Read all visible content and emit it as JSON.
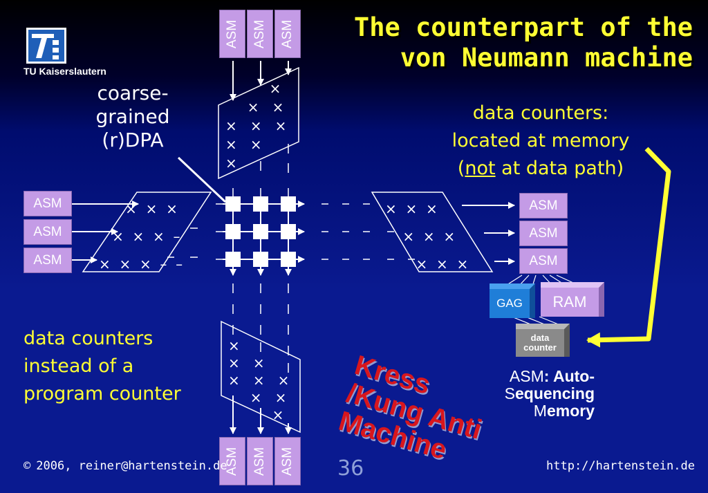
{
  "header": {
    "logo_text": "TU Kaiserslautern",
    "title_line1": "The counterpart of the",
    "title_line2": "von Neumann machine"
  },
  "labels": {
    "rdpa_line1": "coarse-",
    "rdpa_line2": "grained",
    "rdpa_line3": "(r)DPA",
    "counters_line1": "data counters:",
    "counters_line2": "located at memory",
    "counters_line3_pre": "(",
    "counters_line3_not": "not",
    "counters_line3_post": " at data path)",
    "instead_line1": "data counters",
    "instead_line2": "instead of a",
    "instead_line3": "program counter",
    "kress_line1": "Kress",
    "kress_line2": "/Kung Anti",
    "kress_line3": "Machine",
    "asm_def_1a": "ASM",
    "asm_def_1b": ": A",
    "asm_def_1c": "uto-",
    "asm_def_2a": "S",
    "asm_def_2b": "equencing",
    "asm_def_3a": "M",
    "asm_def_3b": "emory"
  },
  "asm_label": "ASM",
  "memory_blocks": {
    "gag": "GAG",
    "ram": "RAM",
    "data_counter_line1": "data",
    "data_counter_line2": "counter"
  },
  "colors": {
    "title": "#ffff33",
    "asm_box": "#c49be6",
    "pe_cell": "#ffffff",
    "kress": "#d8161d",
    "arrow_yellow": "#ffff33"
  },
  "footer": {
    "copyright_symbol": "©",
    "copyright_text": "2006, reiner@hartenstein.de",
    "page_number": "36",
    "url": "http://hartenstein.de"
  }
}
